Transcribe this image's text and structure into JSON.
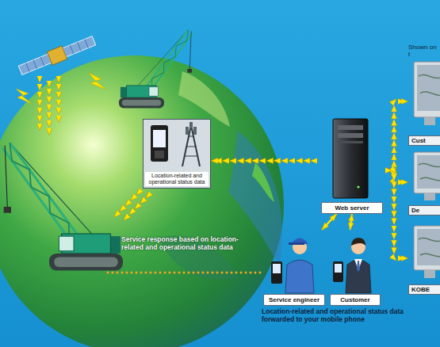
{
  "diagram": {
    "nodes": [
      {
        "text": [
          "Location-related and operational status data"
        ]
      },
      {
        "text": [
          "Web server"
        ]
      },
      {
        "text": [
          "Cust"
        ]
      },
      {
        "text": [
          "De"
        ]
      },
      {
        "text": [
          "KOBE"
        ]
      },
      {
        "text": [
          "Service engineer"
        ]
      },
      {
        "text": [
          "Customer"
        ]
      }
    ],
    "edges": [
      {
        "from": 1,
        "to": 0,
        "arrow": "to"
      },
      {
        "from": 1,
        "to": 2,
        "arrow": "to"
      },
      {
        "from": 1,
        "to": 3,
        "arrow": "to"
      },
      {
        "from": 1,
        "to": 4,
        "arrow": "to"
      },
      {
        "from": 1,
        "to": 5,
        "arrow": "both"
      },
      {
        "from": 1,
        "to": 6,
        "arrow": "both"
      }
    ],
    "labels": [
      "Shown on t",
      "Service response based on location-related and operational status data",
      "Location-related and operational status data forwarded to your mobile phone"
    ]
  }
}
